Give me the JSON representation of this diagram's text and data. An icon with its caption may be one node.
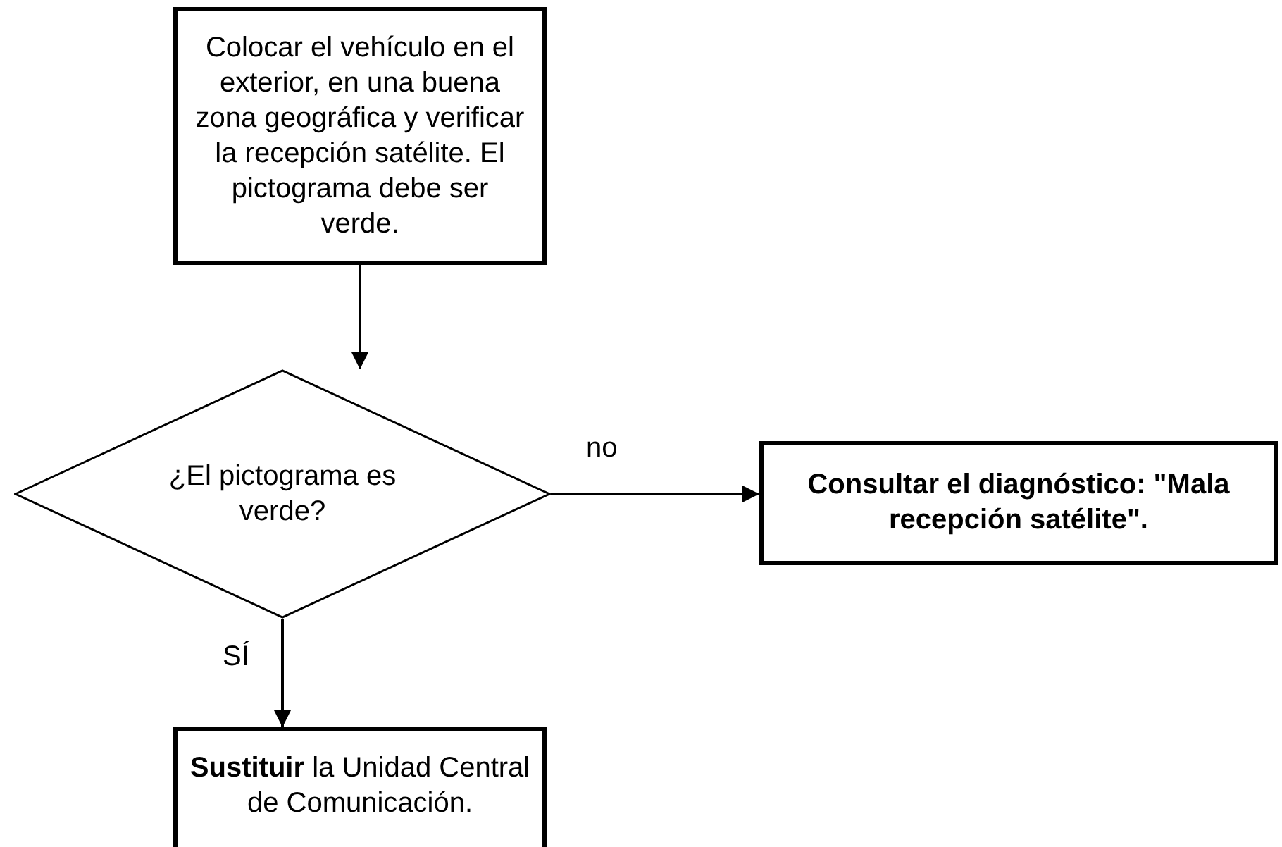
{
  "diagram": {
    "nodes": [
      {
        "text": [
          "Colocar el vehículo en el exterior, en una buena zona geográfica y verificar la recepción satélite. El pictograma debe ser verde."
        ]
      },
      {
        "text": [
          "¿El pictograma es verde?"
        ]
      },
      {
        "text": [
          "Consultar el diagnóstico: \"Mala recepción satélite\"."
        ]
      },
      {
        "text": [
          "**Sustituir** la Unidad Central de Comunicación."
        ]
      }
    ],
    "edges": [
      {
        "from": 0,
        "to": 1,
        "arrow": "to"
      },
      {
        "from": 1,
        "to": 2,
        "arrow": "to",
        "label": "no"
      },
      {
        "from": 1,
        "to": 3,
        "arrow": "to",
        "label": "SÍ"
      }
    ]
  }
}
